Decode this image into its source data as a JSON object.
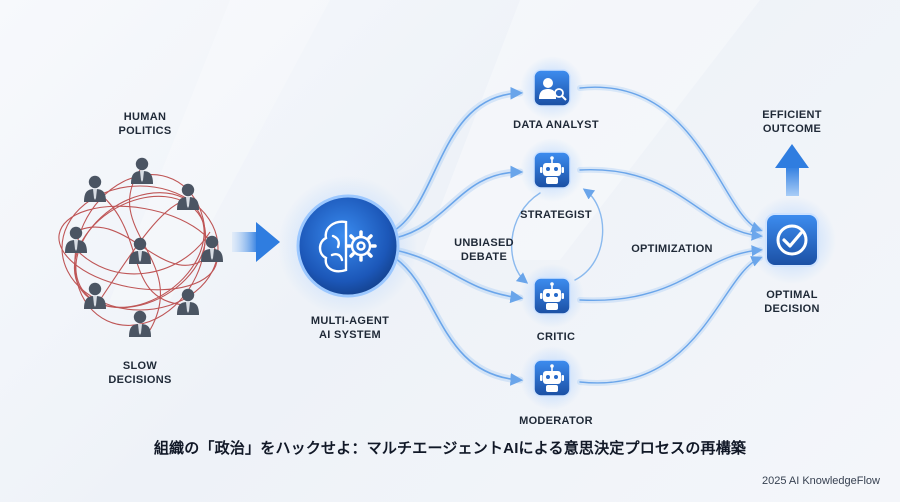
{
  "labels": {
    "human_politics": [
      "HUMAN",
      "POLITICS"
    ],
    "slow_decisions": [
      "SLOW",
      "DECISIONS"
    ],
    "multi_agent": [
      "MULTI-AGENT",
      "AI SYSTEM"
    ],
    "data_analyst": "DATA ANALYST",
    "strategist": "STRATEGIST",
    "critic": "CRITIC",
    "moderator": "MODERATOR",
    "unbiased_debate": [
      "UNBIASED",
      "DEBATE"
    ],
    "optimization": "OPTIMIZATION",
    "efficient_outcome": [
      "EFFICIENT",
      "OUTCOME"
    ],
    "optimal_decision": [
      "OPTIMAL",
      "DECISION"
    ]
  },
  "headline": "組織の「政治」をハックせよ：マルチエージェントAIによる意思決定プロセスの再構築",
  "credit": "2025 AI KnowledgeFlow",
  "icons": {
    "people": "person-silhouette-icon",
    "brain": "brain-gear-icon",
    "analyst": "user-search-icon",
    "robot": "robot-icon",
    "check": "checkmark-icon"
  },
  "colors": {
    "accent": "#2f7de0",
    "dark_blue": "#1d4f9a",
    "tangle": "#b63a3a",
    "person": "#4b5563"
  }
}
